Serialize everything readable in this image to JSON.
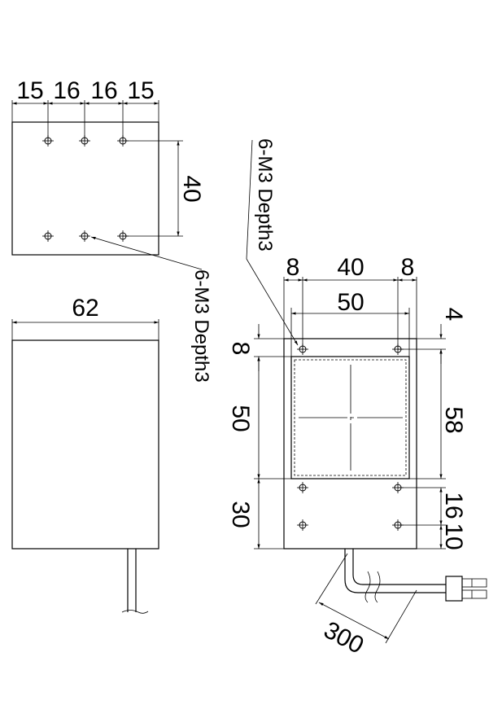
{
  "top_view": {
    "dims": [
      "15",
      "16",
      "16",
      "15"
    ],
    "height_dim": "40",
    "note": "6-M3 Depth3"
  },
  "side_view": {
    "width_dim": "62"
  },
  "front_view": {
    "note": "6-M3 Depth3",
    "top_dims": [
      "8",
      "40",
      "8"
    ],
    "inner_dim": "50",
    "right_dims": [
      "4",
      "58",
      "16",
      "10"
    ],
    "left_dims": [
      "8",
      "50",
      "30"
    ],
    "cable_length": "300"
  }
}
